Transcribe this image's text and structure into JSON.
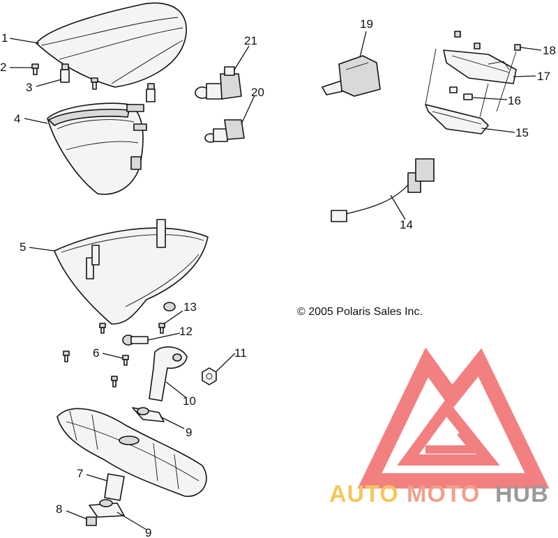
{
  "callouts": [
    {
      "id": "c1",
      "label": "1"
    },
    {
      "id": "c2",
      "label": "2"
    },
    {
      "id": "c3",
      "label": "3"
    },
    {
      "id": "c4",
      "label": "4"
    },
    {
      "id": "c5",
      "label": "5"
    },
    {
      "id": "c6",
      "label": "6"
    },
    {
      "id": "c7",
      "label": "7"
    },
    {
      "id": "c8",
      "label": "8"
    },
    {
      "id": "c9a",
      "label": "9"
    },
    {
      "id": "c9b",
      "label": "9"
    },
    {
      "id": "c10",
      "label": "10"
    },
    {
      "id": "c11",
      "label": "11"
    },
    {
      "id": "c12",
      "label": "12"
    },
    {
      "id": "c13",
      "label": "13"
    },
    {
      "id": "c14",
      "label": "14"
    },
    {
      "id": "c15",
      "label": "15"
    },
    {
      "id": "c16",
      "label": "16"
    },
    {
      "id": "c17",
      "label": "17"
    },
    {
      "id": "c18",
      "label": "18"
    },
    {
      "id": "c19",
      "label": "19"
    },
    {
      "id": "c20",
      "label": "20"
    },
    {
      "id": "c21",
      "label": "21"
    }
  ],
  "copyright": "© 2005 Polaris Sales Inc.",
  "watermark": {
    "auto": "AUTO",
    "moto": "MOTO",
    "hub": "HUB",
    "colors": {
      "logo": "#f26b6b",
      "auto": "#f6c65a",
      "moto": "#f0a08a",
      "hub": "#9a9a9a"
    }
  }
}
